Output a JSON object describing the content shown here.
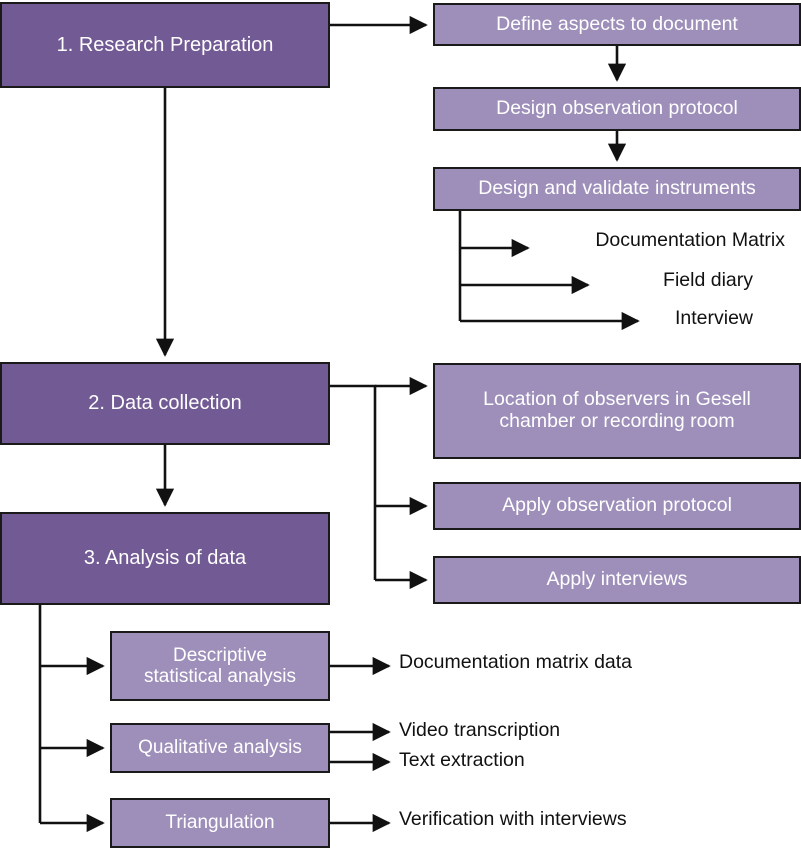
{
  "diagram": {
    "title": "Research methodology flowchart",
    "colors": {
      "stage_box": "#725A94",
      "activity_box": "#9D8FBA",
      "border": "#1A1A1A",
      "box_text": "#FFFFFF",
      "plain_text": "#111111",
      "background": "#FFFFFF"
    },
    "stages": [
      {
        "id": "stage-1",
        "label": "1. Research Preparation"
      },
      {
        "id": "stage-2",
        "label": "2. Data collection"
      },
      {
        "id": "stage-3",
        "label": "3. Analysis of data"
      }
    ],
    "preparation_steps": [
      {
        "id": "define-aspects",
        "label": "Define aspects to document"
      },
      {
        "id": "design-protocol",
        "label": "Design observation protocol"
      },
      {
        "id": "design-instruments",
        "label": "Design and validate instruments"
      }
    ],
    "instruments": [
      {
        "id": "documentation-matrix",
        "label": "Documentation Matrix"
      },
      {
        "id": "field-diary",
        "label": "Field diary"
      },
      {
        "id": "interview",
        "label": "Interview"
      }
    ],
    "collection_activities": [
      {
        "id": "location-of-observers",
        "line1": "Location of observers in Gesell",
        "line2": "chamber or recording room"
      },
      {
        "id": "apply-observation-protocol",
        "label": "Apply observation protocol"
      },
      {
        "id": "apply-interviews",
        "label": "Apply interviews"
      }
    ],
    "analysis_methods": [
      {
        "id": "descriptive-statistical-analysis",
        "line1": "Descriptive",
        "line2": "statistical analysis"
      },
      {
        "id": "qualitative-analysis",
        "label": "Qualitative analysis"
      },
      {
        "id": "triangulation",
        "label": "Triangulation"
      }
    ],
    "analysis_outputs": [
      {
        "id": "documentation-matrix-data",
        "label": "Documentation matrix data"
      },
      {
        "id": "video-transcription",
        "label": "Video transcription"
      },
      {
        "id": "text-extraction",
        "label": "Text extraction"
      },
      {
        "id": "verification-with-interviews",
        "label": "Verification with interviews"
      }
    ]
  }
}
